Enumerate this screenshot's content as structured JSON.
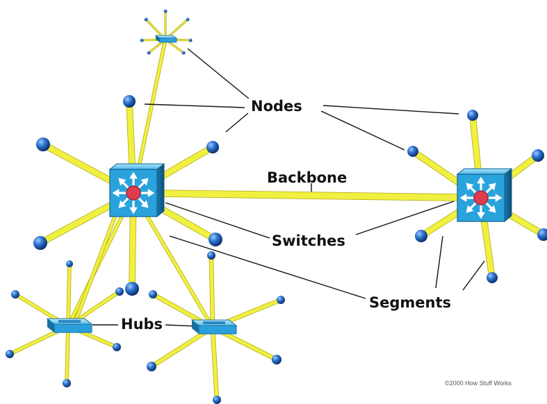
{
  "labels": {
    "nodes": "Nodes",
    "backbone": "Backbone",
    "switches": "Switches",
    "segments": "Segments",
    "hubs": "Hubs"
  },
  "copyright": "©2000 How Stuff Works",
  "colors": {
    "cable": "#f0f040",
    "cable_edge": "#b5ab18",
    "switch_face": "#2aa3dc",
    "switch_dark": "#12628f",
    "switch_light": "#8ed6f6",
    "switch_center": "#e23a4e",
    "node": "#1f6bc4",
    "node_dark": "#0d2f70",
    "hub_face": "#2b9fdc",
    "leader_line": "#111111"
  },
  "icons": {
    "switch": "switch-icon",
    "hub": "hub-icon",
    "node": "node-icon"
  }
}
